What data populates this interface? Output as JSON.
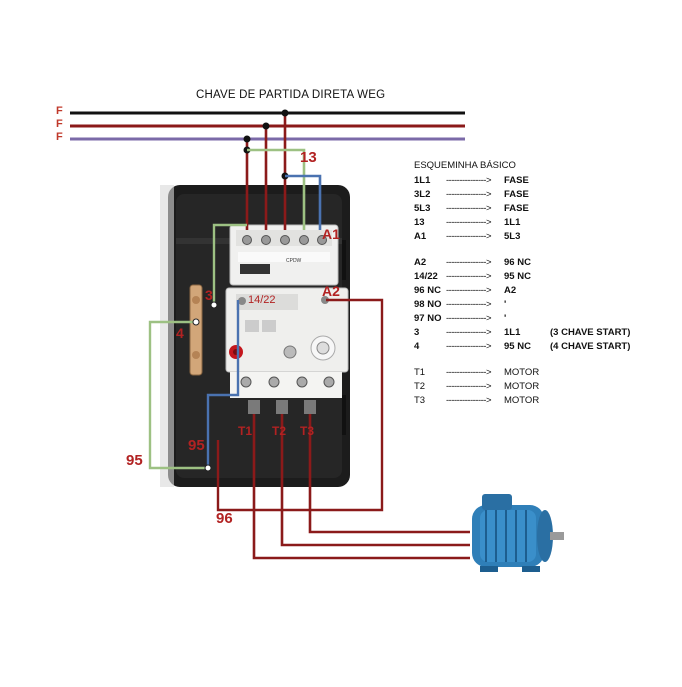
{
  "title": "CHAVE DE PARTIDA DIRETA WEG",
  "phases": [
    "F",
    "F",
    "F"
  ],
  "contactor_label": "CPDW",
  "relay_label": "14/22",
  "terminal_labels": {
    "t13": "13",
    "a1": "A1",
    "a2": "A2",
    "t3": "3",
    "t4": "4",
    "t95": "95",
    "t96": "96",
    "T1": "T1",
    "T2": "T2",
    "T3": "T3"
  },
  "legend": {
    "heading": "ESQUEMINHA BÁSICO",
    "arrow": "--------------->",
    "group1": [
      {
        "from": "1L1",
        "to": "FASE"
      },
      {
        "from": "3L2",
        "to": "FASE"
      },
      {
        "from": "5L3",
        "to": "FASE"
      },
      {
        "from": "13",
        "to": "1L1"
      },
      {
        "from": "A1",
        "to": "5L3"
      }
    ],
    "group2": [
      {
        "from": "A2",
        "to": "96 NC",
        "note": ""
      },
      {
        "from": "14/22",
        "to": "95 NC",
        "note": ""
      },
      {
        "from": "96 NC",
        "to": "A2",
        "note": ""
      },
      {
        "from": "98 NO",
        "to": "'",
        "note": ""
      },
      {
        "from": "97 NO",
        "to": "'",
        "note": ""
      },
      {
        "from": "3",
        "to": "1L1",
        "note": "(3 CHAVE START)"
      },
      {
        "from": "4",
        "to": "95 NC",
        "note": "(4 CHAVE START)"
      }
    ],
    "group3": [
      {
        "from": "T1",
        "to": "MOTOR"
      },
      {
        "from": "T2",
        "to": "MOTOR"
      },
      {
        "from": "T3",
        "to": "MOTOR"
      }
    ]
  },
  "colors": {
    "phase_black": "#111111",
    "phase_red": "#8b1a1a",
    "phase_purple": "#7b6aa8",
    "wire_green": "#9dc183",
    "wire_blue": "#4a72b0",
    "label_red": "#b22222",
    "enclosure": "#1a1a1a",
    "motor_blue": "#2f7fb8"
  }
}
